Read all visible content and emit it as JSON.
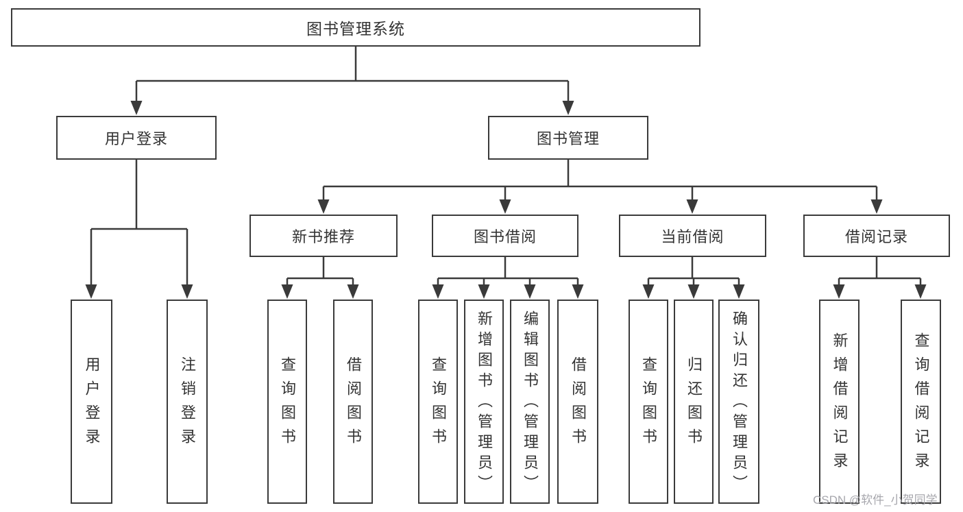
{
  "colors": {
    "line": "#3a3a3a",
    "box_border": "#3a3a3a",
    "text": "#333333",
    "background": "#ffffff",
    "watermark": "#a7a7ad"
  },
  "root": {
    "label": "图书管理系统"
  },
  "level1": [
    {
      "label": "用户登录"
    },
    {
      "label": "图书管理"
    }
  ],
  "level2": [
    {
      "label": "新书推荐"
    },
    {
      "label": "图书借阅"
    },
    {
      "label": "当前借阅"
    },
    {
      "label": "借阅记录"
    }
  ],
  "leaves": [
    {
      "label": "用户登录"
    },
    {
      "label": "注销登录"
    },
    {
      "label": "查询图书"
    },
    {
      "label": "借阅图书"
    },
    {
      "label": "查询图书"
    },
    {
      "label": "新增图书（管理员）"
    },
    {
      "label": "编辑图书（管理员）"
    },
    {
      "label": "借阅图书"
    },
    {
      "label": "查询图书"
    },
    {
      "label": "归还图书"
    },
    {
      "label": "确认归还（管理员）"
    },
    {
      "label": "新增借阅记录"
    },
    {
      "label": "查询借阅记录"
    }
  ],
  "watermark": {
    "text": "CSDN @软件_小贺同学"
  }
}
